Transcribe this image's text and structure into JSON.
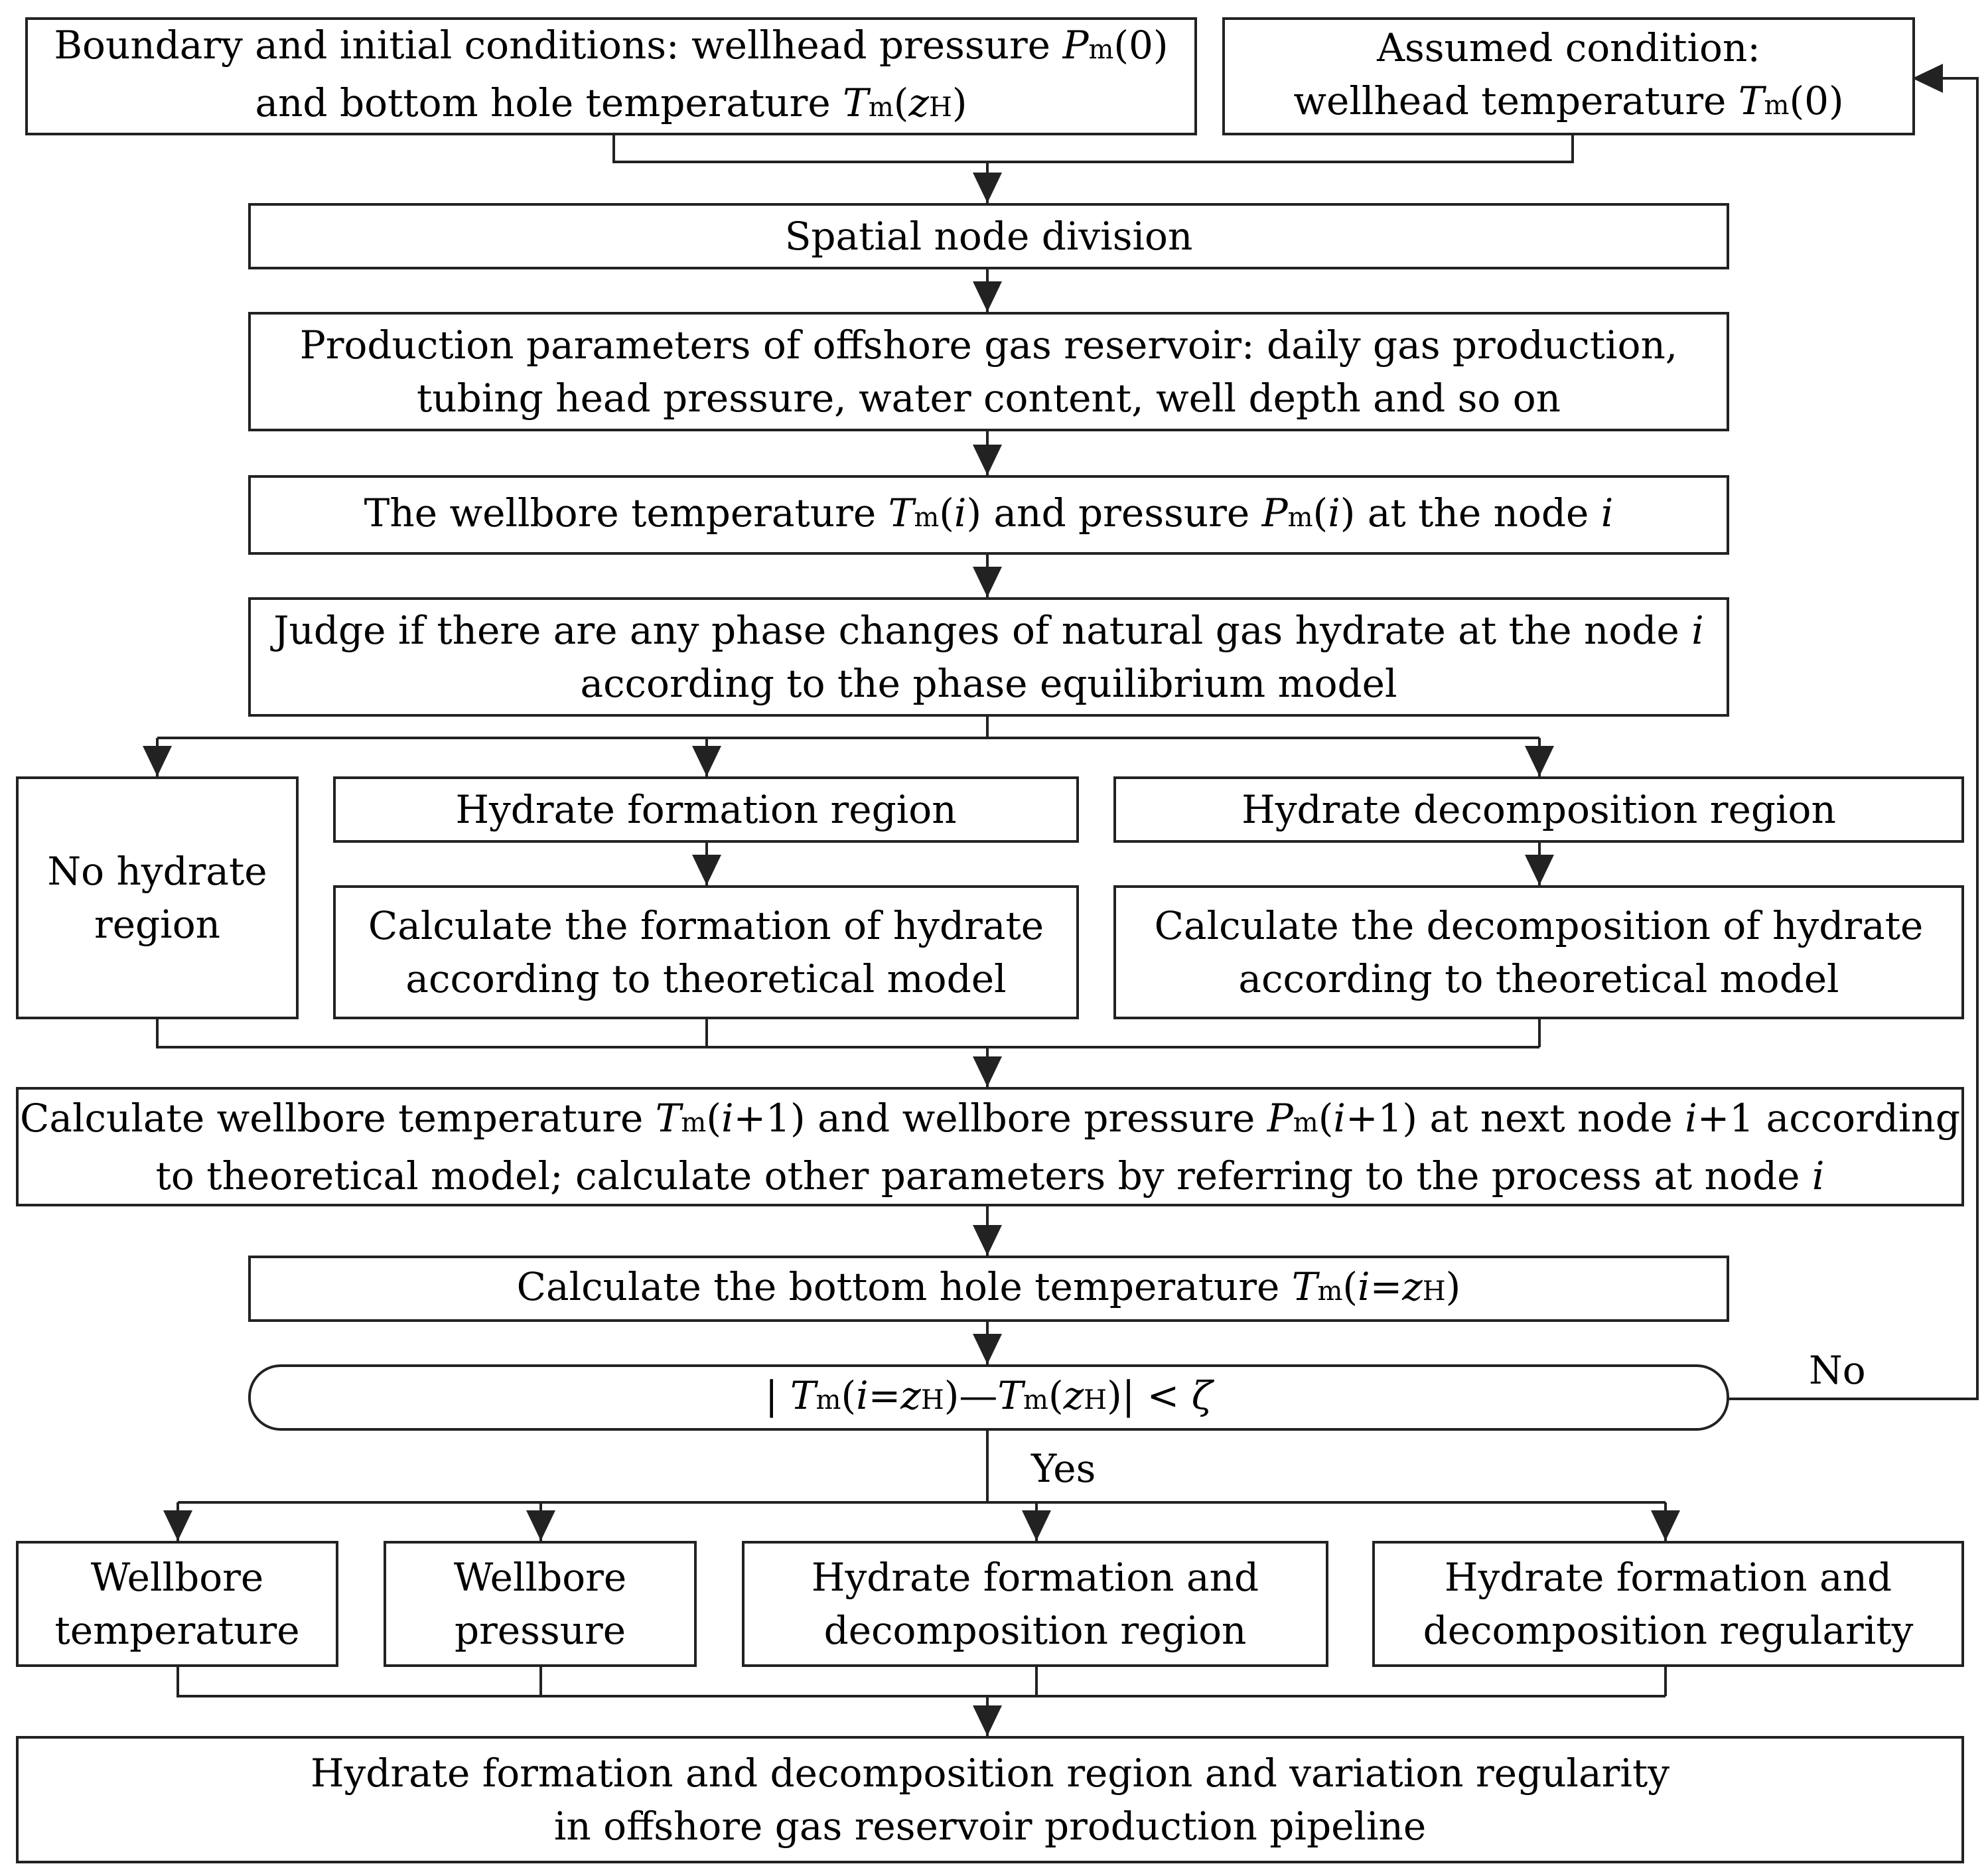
{
  "flowchart": {
    "boundary": {
      "line1_pre": "Boundary and initial conditions: wellhead pressure ",
      "P": "P",
      "m": "m",
      "arg0": "(0)",
      "line2_pre": "and bottom hole temperature ",
      "T": "T",
      "arg_open": "(",
      "z": "z",
      "H": "H",
      "arg_close": ")"
    },
    "assumed": {
      "line1": "Assumed condition:",
      "line2_pre": "wellhead temperature ",
      "T": "T",
      "m": "m",
      "arg0": "(0)"
    },
    "spatial": "Spatial node division",
    "production": {
      "line1": "Production parameters of offshore gas reservoir: daily gas production,",
      "line2": "tubing head pressure, water content, well depth and so on"
    },
    "wellbore_node": {
      "pre": "The wellbore temperature ",
      "T": "T",
      "m": "m",
      "open": "(",
      "i": "i",
      "close": ")",
      "mid": " and pressure ",
      "P": "P",
      "post": " at the node "
    },
    "judge": {
      "line1_pre": "Judge if there are any phase changes of natural gas hydrate at the node ",
      "i": "i",
      "line2": "according to the phase equilibrium model"
    },
    "no_hydrate": {
      "line1": "No hydrate",
      "line2": "region"
    },
    "formation_region": "Hydrate formation region",
    "decomposition_region": "Hydrate decomposition region",
    "calc_formation": {
      "line1": "Calculate the formation of hydrate",
      "line2": "according to theoretical model"
    },
    "calc_decomposition": {
      "line1": "Calculate the decomposition of  hydrate",
      "line2": "according to theoretical model"
    },
    "next_node": {
      "l1a": "Calculate wellbore temperature ",
      "T": "T",
      "m": "m",
      "open": "(",
      "i": "i",
      "plus1": "+1) and wellbore pressure ",
      "P": "P",
      "plus1b": "+1) at next node ",
      "tail": "+1 according",
      "l2a": "to theoretical model; calculate other parameters by referring to the process at node "
    },
    "bottom_hole": {
      "pre": "Calculate the bottom hole temperature ",
      "T": "T",
      "m": "m",
      "open": "(",
      "i": "i",
      "eq": "=",
      "z": "z",
      "H": "H",
      "close": ")"
    },
    "condition": {
      "bar_open": "| ",
      "T": "T",
      "m": "m",
      "open": "(",
      "i": "i",
      "eq": "=",
      "z": "z",
      "H": "H",
      "close": ")",
      "minus": "—",
      "close2": ")",
      "bar_close": "| < ",
      "zeta": "ζ"
    },
    "labels": {
      "no": "No",
      "yes": "Yes"
    },
    "outputs": {
      "temperature": {
        "line1": "Wellbore",
        "line2": "temperature"
      },
      "pressure": {
        "line1": "Wellbore",
        "line2": "pressure"
      },
      "region": {
        "line1": "Hydrate formation and",
        "line2": "decomposition region"
      },
      "regularity": {
        "line1": "Hydrate formation and",
        "line2": "decomposition regularity"
      }
    },
    "final": {
      "line1": "Hydrate formation and decomposition region and variation regularity",
      "line2": "in offshore gas reservoir production pipeline"
    }
  }
}
